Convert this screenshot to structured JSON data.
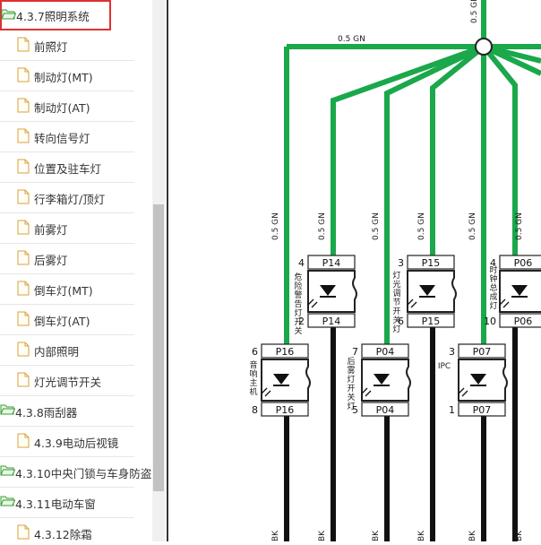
{
  "sidebar": {
    "selected": {
      "label": "4.3.7照明系统"
    },
    "sub_items": [
      {
        "label": "前照灯"
      },
      {
        "label": "制动灯(MT)"
      },
      {
        "label": "制动灯(AT)"
      },
      {
        "label": "转向信号灯"
      },
      {
        "label": "位置及驻车灯"
      },
      {
        "label": "行李箱灯/顶灯"
      },
      {
        "label": "前雾灯"
      },
      {
        "label": "后雾灯"
      },
      {
        "label": "倒车灯(MT)"
      },
      {
        "label": "倒车灯(AT)"
      },
      {
        "label": "内部照明"
      },
      {
        "label": "灯光调节开关"
      }
    ],
    "after_items": [
      {
        "label": "4.3.8雨刮器",
        "kind": "folder"
      },
      {
        "label": "4.3.9电动后视镜",
        "kind": "doc"
      },
      {
        "label": "4.3.10中央门锁与车身防盗",
        "kind": "folder"
      },
      {
        "label": "4.3.11电动车窗",
        "kind": "folder"
      },
      {
        "label": "4.3.12除霜",
        "kind": "doc"
      }
    ]
  },
  "diagram": {
    "wire_color": "#1aa84a",
    "top_wire_label": "0.5 GN",
    "top_bus_label": "0.5 GN",
    "drop_labels": [
      "0.5 GN",
      "0.5 GN",
      "0.5 GN",
      "0.5 GN",
      "0.5 GN",
      "0.5 GN"
    ],
    "bottom_labels": [
      "BK",
      "BK",
      "BK",
      "BK",
      "BK",
      "BK"
    ],
    "upper_connectors": [
      {
        "top_pin": "4",
        "top_conn": "P14",
        "bottom_pin": "2",
        "bottom_conn": "P14",
        "name": "危险警告灯开关"
      },
      {
        "top_pin": "3",
        "top_conn": "P15",
        "bottom_pin": "6",
        "bottom_conn": "P15",
        "name": "灯光调节开关灯"
      },
      {
        "top_pin": "4",
        "top_conn": "P06",
        "bottom_pin": "10",
        "bottom_conn": "P06",
        "name": "时钟总成灯"
      }
    ],
    "lower_connectors": [
      {
        "top_pin": "6",
        "top_conn": "P16",
        "bottom_pin": "8",
        "bottom_conn": "P16",
        "name": "音响主机"
      },
      {
        "top_pin": "7",
        "top_conn": "P04",
        "bottom_pin": "5",
        "bottom_conn": "P04",
        "name": "后雾灯开关灯"
      },
      {
        "top_pin": "3",
        "top_conn": "P07",
        "bottom_pin": "1",
        "bottom_conn": "P07",
        "name": "IPC"
      }
    ]
  }
}
